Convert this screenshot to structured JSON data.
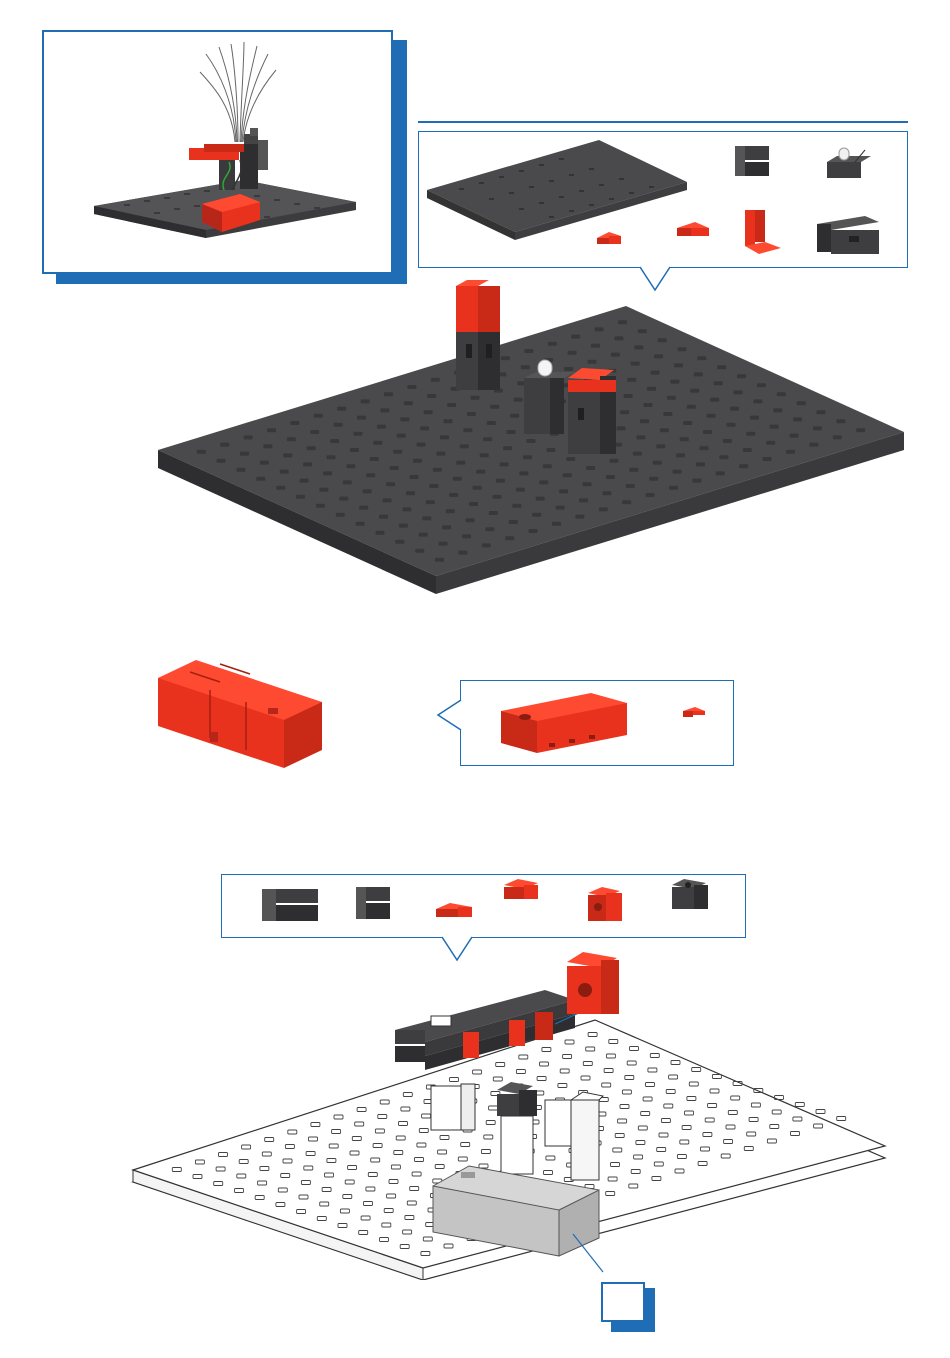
{
  "page_number": "",
  "colors": {
    "accent": "#1f6db5",
    "red": "#e8321d",
    "dark_gray": "#4a4a4c",
    "light_gray": "#c9c9c9",
    "white_part": "#ffffff"
  },
  "steps": [
    {
      "id": "overview",
      "parts": [
        "finished-model"
      ]
    },
    {
      "id": "step-1",
      "parts": [
        "base-plate",
        "building-block-15-double",
        "led-block",
        "spring-cam-red",
        "angle-block-red",
        "building-block-red-small",
        "battery-box"
      ]
    },
    {
      "id": "step-2",
      "parts": [
        "motor-red",
        "worm-clip"
      ]
    },
    {
      "id": "step-3",
      "parts": [
        "building-block-30",
        "building-block-15",
        "spring-cam-red",
        "building-block-5-red",
        "gear-block-red",
        "building-block-black-small"
      ]
    }
  ]
}
